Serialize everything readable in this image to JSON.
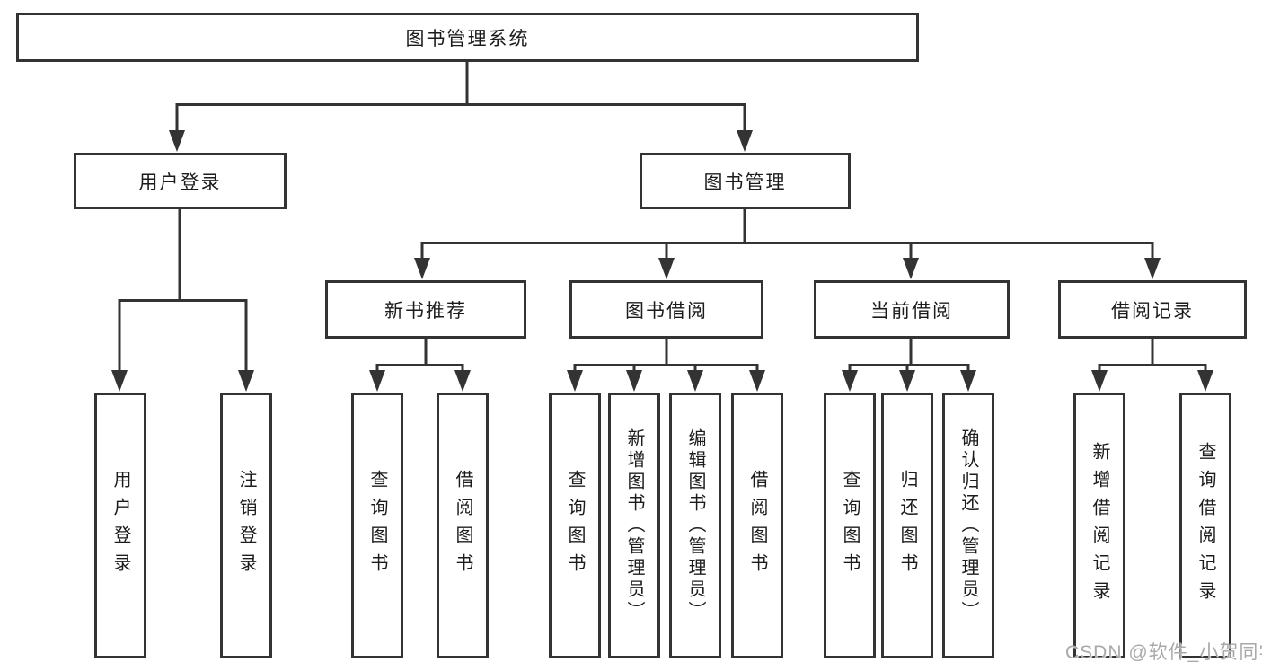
{
  "diagram": {
    "root": {
      "label": "图书管理系统"
    },
    "branches": [
      {
        "label": "用户登录",
        "children": [
          {
            "label": "用户登录"
          },
          {
            "label": "注销登录"
          }
        ]
      },
      {
        "label": "图书管理",
        "children": [
          {
            "label": "新书推荐",
            "children": [
              {
                "label": "查询图书"
              },
              {
                "label": "借阅图书"
              }
            ]
          },
          {
            "label": "图书借阅",
            "children": [
              {
                "label": "查询图书"
              },
              {
                "label": "新增图书（管理员）"
              },
              {
                "label": "编辑图书（管理员）"
              },
              {
                "label": "借阅图书"
              }
            ]
          },
          {
            "label": "当前借阅",
            "children": [
              {
                "label": "查询图书"
              },
              {
                "label": "归还图书"
              },
              {
                "label": "确认归还（管理员）"
              }
            ]
          },
          {
            "label": "借阅记录",
            "children": [
              {
                "label": "新增借阅记录"
              },
              {
                "label": "查询借阅记录"
              }
            ]
          }
        ]
      }
    ]
  },
  "watermark": {
    "text": "CSDN @软件_小贺同学"
  },
  "colors": {
    "line": "#333333",
    "text": "#1c1c1c",
    "watermark": "#a9a9a9"
  }
}
